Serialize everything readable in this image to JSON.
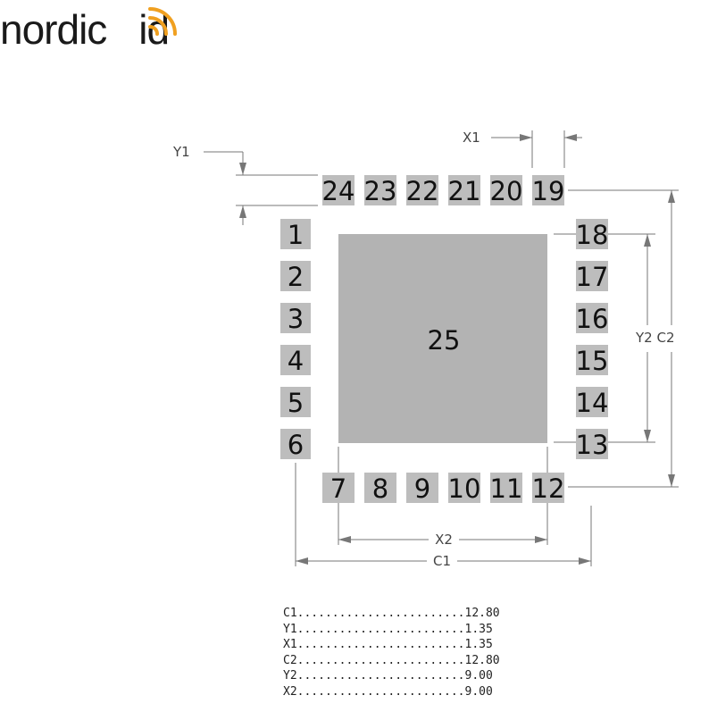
{
  "logo": {
    "left_text": "nordic",
    "right_text": "id",
    "accent_color": "#f0a020",
    "text_color": "#1a1a1a"
  },
  "diagram": {
    "pad_color": "#bdbdbd",
    "center_pad_color": "#b3b3b3",
    "line_color": "#777777",
    "center_pad_label": "25",
    "top_pads": [
      "24",
      "23",
      "22",
      "21",
      "20",
      "19"
    ],
    "bottom_pads": [
      "7",
      "8",
      "9",
      "10",
      "11",
      "12"
    ],
    "left_pads": [
      "1",
      "2",
      "3",
      "4",
      "5",
      "6"
    ],
    "right_pads": [
      "18",
      "17",
      "16",
      "15",
      "14",
      "13"
    ],
    "labels": {
      "x1": "X1",
      "y1": "Y1",
      "x2": "X2",
      "c1": "C1",
      "y2c2": "Y2 C2"
    }
  },
  "dimensions": [
    {
      "name": "C1",
      "dots": "........................",
      "value": "12.80"
    },
    {
      "name": "Y1",
      "dots": "........................",
      "value": "1.35"
    },
    {
      "name": "X1",
      "dots": "........................",
      "value": "1.35"
    },
    {
      "name": "C2",
      "dots": "........................",
      "value": "12.80"
    },
    {
      "name": "Y2",
      "dots": "........................",
      "value": "9.00"
    },
    {
      "name": "X2",
      "dots": "........................",
      "value": "9.00"
    }
  ]
}
